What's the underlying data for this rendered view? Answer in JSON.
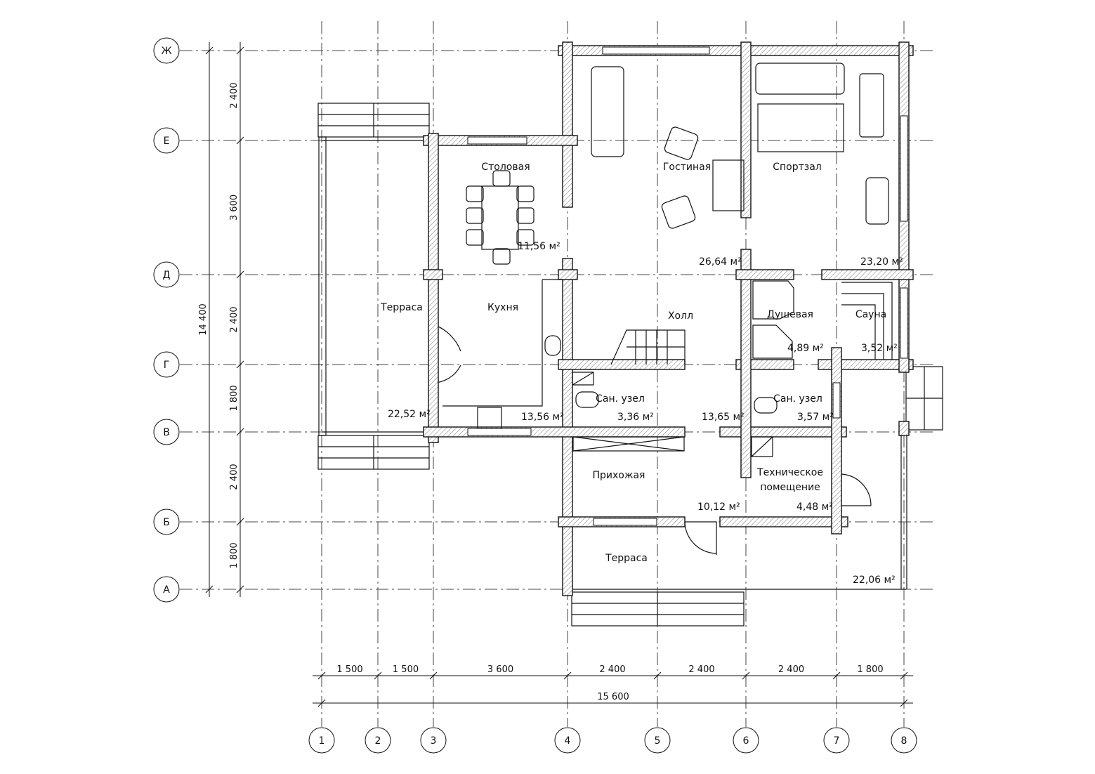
{
  "axes": {
    "columns": [
      "1",
      "2",
      "3",
      "4",
      "5",
      "6",
      "7",
      "8"
    ],
    "rows": [
      "Ж",
      "Е",
      "Д",
      "Г",
      "В",
      "Б",
      "А"
    ]
  },
  "dimensions": {
    "bottom": [
      "1 500",
      "1 500",
      "3 600",
      "2 400",
      "2 400",
      "2 400",
      "1 800"
    ],
    "bottom_total": "15 600",
    "left": [
      "2 400",
      "3 600",
      "2 400",
      "1 800",
      "2 400",
      "1 800"
    ],
    "left_total": "14 400"
  },
  "rooms": [
    {
      "name": "Столовая",
      "area": "11,56 м²"
    },
    {
      "name": "Гостиная",
      "area": "26,64 м²"
    },
    {
      "name": "Спортзал",
      "area": "23,20 м²"
    },
    {
      "name": "Терраса",
      "area": "22,52 м²"
    },
    {
      "name": "Кухня",
      "area": "13,56 м²"
    },
    {
      "name": "Холл",
      "area": "13,65 м²"
    },
    {
      "name": "Душевая",
      "area": "4,89 м²"
    },
    {
      "name": "Сауна",
      "area": "3,52 м²"
    },
    {
      "name": "Сан. узел",
      "area": "3,36 м²"
    },
    {
      "name": "Сан. узел",
      "area": "3,57 м²"
    },
    {
      "name": "Прихожая",
      "area": "10,12 м²"
    },
    {
      "name": "Техническое помещение",
      "area": "4,48 м²"
    },
    {
      "name": "Терраса",
      "area": "22,06 м²"
    }
  ],
  "room_lines": {
    "tech_1": "Техническое",
    "tech_2": "помещение"
  }
}
